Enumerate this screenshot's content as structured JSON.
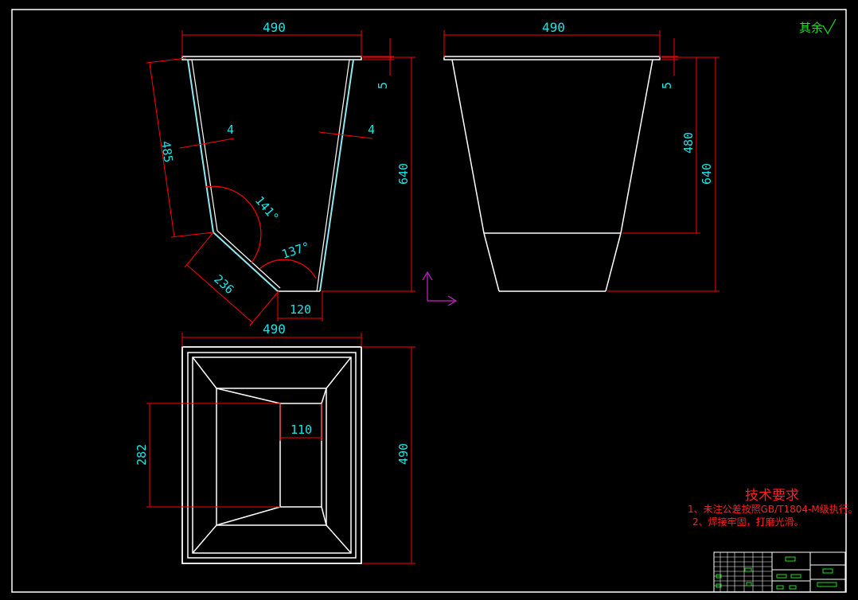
{
  "drawing": {
    "surface_note": "其余",
    "dimensions": {
      "front_top_width": "490",
      "front_rim_thickness": "5",
      "front_height": "640",
      "front_wall_left": "4",
      "front_wall_right": "4",
      "front_slant_len": "485",
      "front_angle_upper": "141°",
      "front_angle_lower": "137°",
      "front_chute_len": "236",
      "front_bottom_width": "120",
      "side_top_width": "490",
      "side_rim_thickness": "5",
      "side_upper_height": "480",
      "side_height": "640",
      "plan_width": "490",
      "plan_height": "490",
      "plan_inner_height": "282",
      "plan_opening_width": "110"
    },
    "notes": {
      "title": "技术要求",
      "lines": [
        "1、未注公差按照GB/T1804-M级执行。",
        "2、焊接牢固，打磨光滑。"
      ]
    }
  },
  "colors": {
    "background": "#000000",
    "outline": "#ffffff",
    "dimension_line": "#ff0000",
    "dimension_text": "#19e6e6",
    "wall_highlight": "#8fe8f0",
    "note_text": "#ff2020",
    "ucs_icon": "#d020d0",
    "roughness": "#20e020"
  }
}
